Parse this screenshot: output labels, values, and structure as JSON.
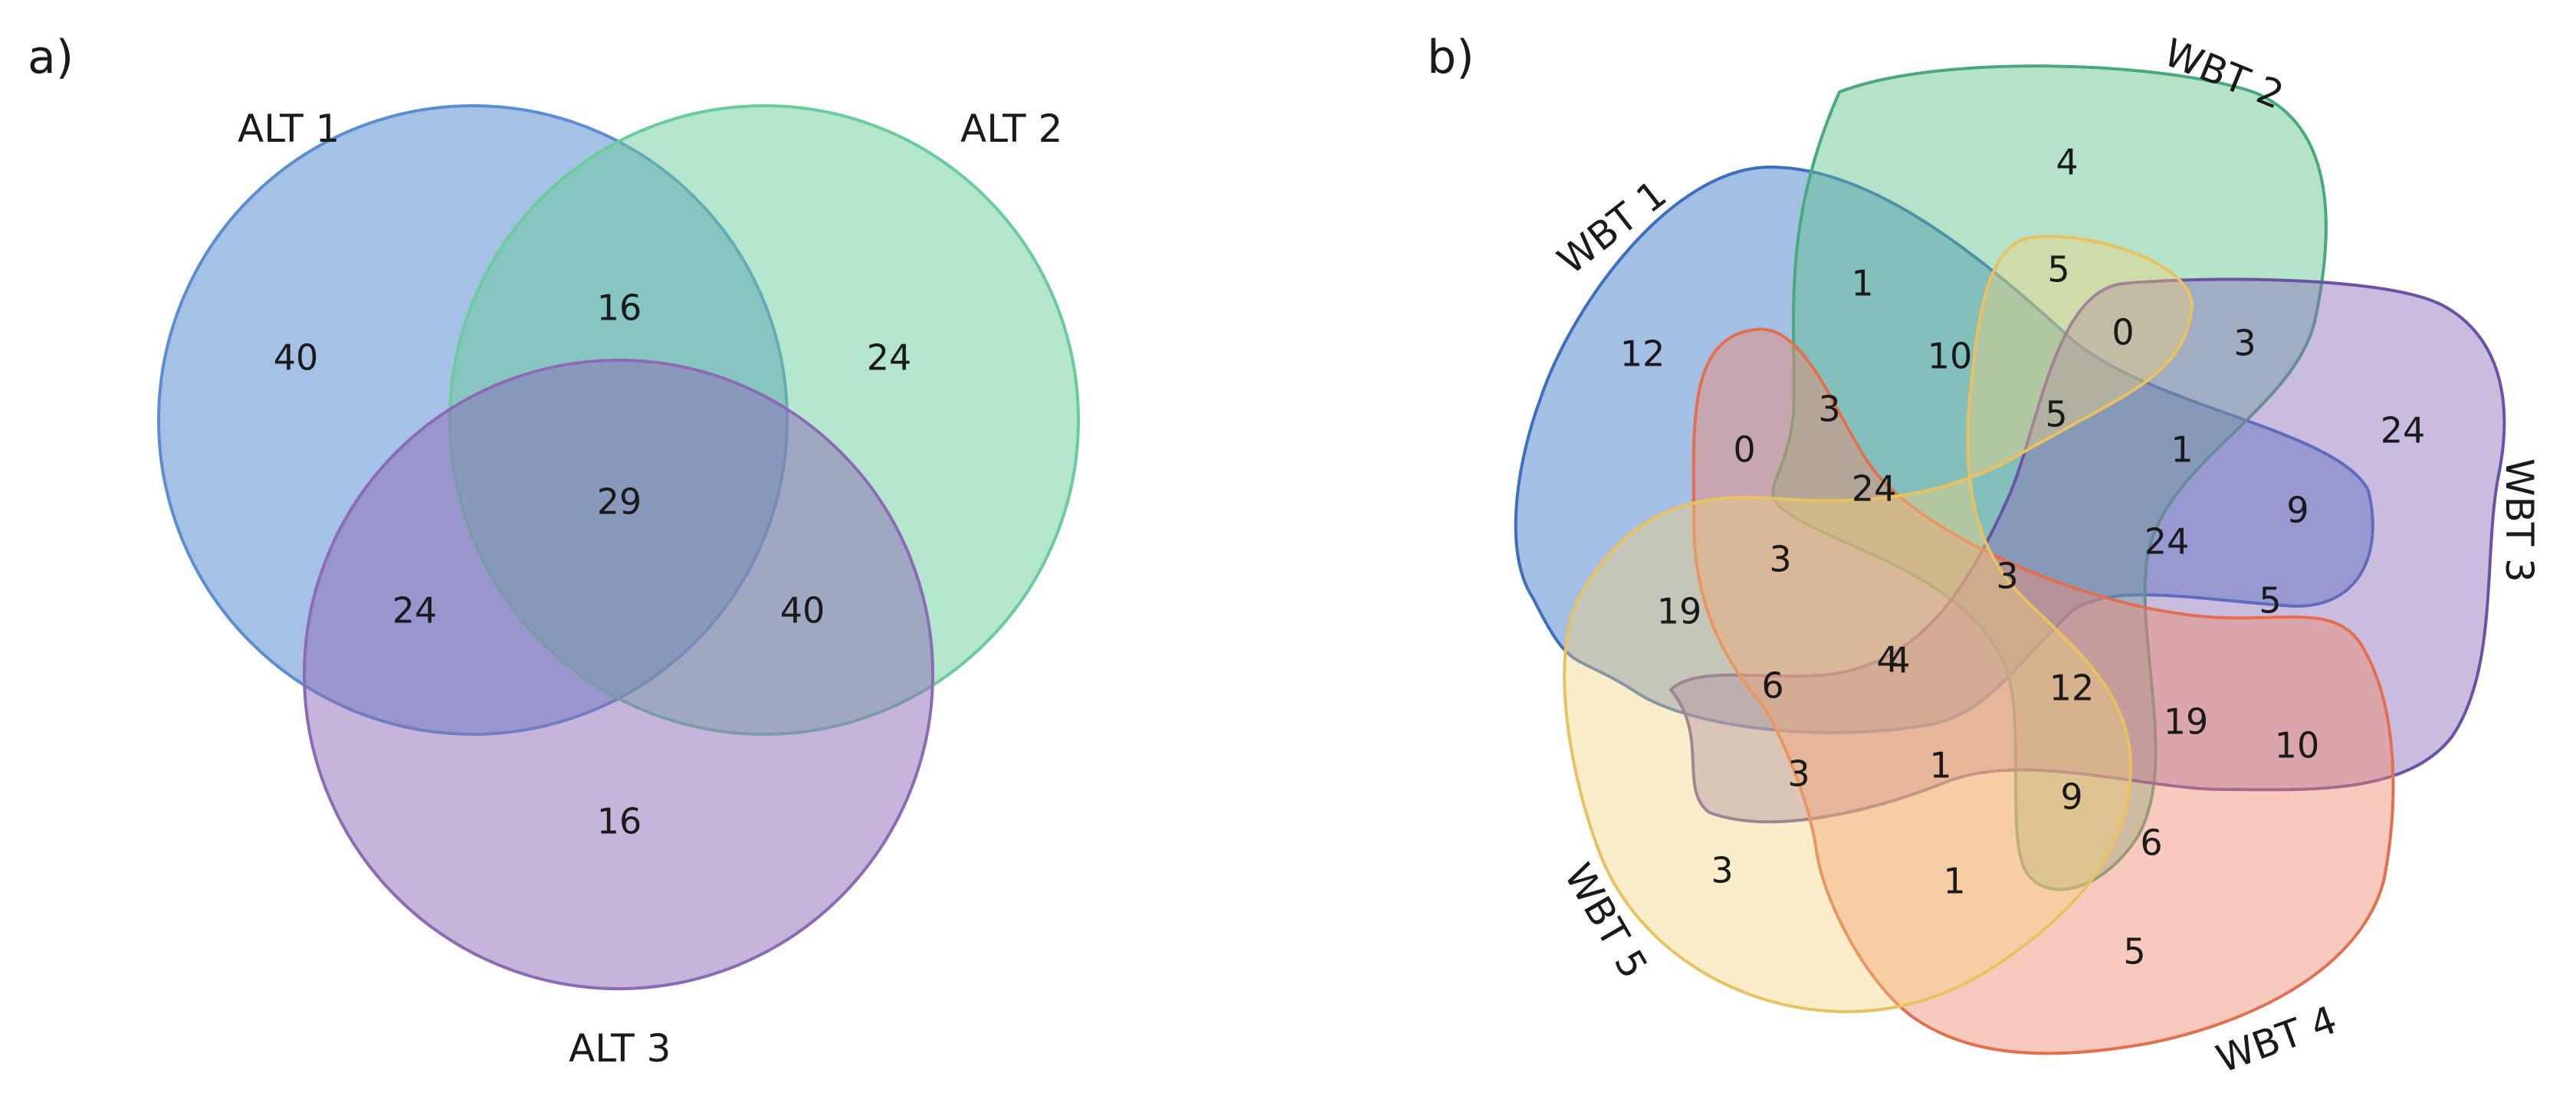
{
  "panels": {
    "a": {
      "label": "a)",
      "sets": [
        {
          "name": "ALT 1",
          "color": "#5b8ed0"
        },
        {
          "name": "ALT 2",
          "color": "#6acb9b"
        },
        {
          "name": "ALT 3",
          "color": "#8b6bb5"
        }
      ],
      "regions": [
        {
          "sets": [
            "ALT 1"
          ],
          "count": "40"
        },
        {
          "sets": [
            "ALT 2"
          ],
          "count": "24"
        },
        {
          "sets": [
            "ALT 3"
          ],
          "count": "16"
        },
        {
          "sets": [
            "ALT 1",
            "ALT 2"
          ],
          "count": "16"
        },
        {
          "sets": [
            "ALT 1",
            "ALT 3"
          ],
          "count": "24"
        },
        {
          "sets": [
            "ALT 2",
            "ALT 3"
          ],
          "count": "40"
        },
        {
          "sets": [
            "ALT 1",
            "ALT 2",
            "ALT 3"
          ],
          "count": "29"
        }
      ]
    },
    "b": {
      "label": "b)",
      "sets": [
        {
          "name": "WBT 1",
          "color": "#4a7fc9"
        },
        {
          "name": "WBT 2",
          "color": "#5cc28a"
        },
        {
          "name": "WBT 3",
          "color": "#8a6ab8"
        },
        {
          "name": "WBT 4",
          "color": "#f08a6e"
        },
        {
          "name": "WBT 5",
          "color": "#f4d27a"
        }
      ],
      "counts": [
        "12",
        "1",
        "4",
        "5",
        "0",
        "3",
        "24",
        "0",
        "3",
        "10",
        "5",
        "1",
        "9",
        "24",
        "3",
        "24",
        "3",
        "4",
        "5",
        "19",
        "6",
        "4",
        "12",
        "19",
        "10",
        "3",
        "1",
        "9",
        "6",
        "3",
        "1",
        "5"
      ]
    }
  }
}
